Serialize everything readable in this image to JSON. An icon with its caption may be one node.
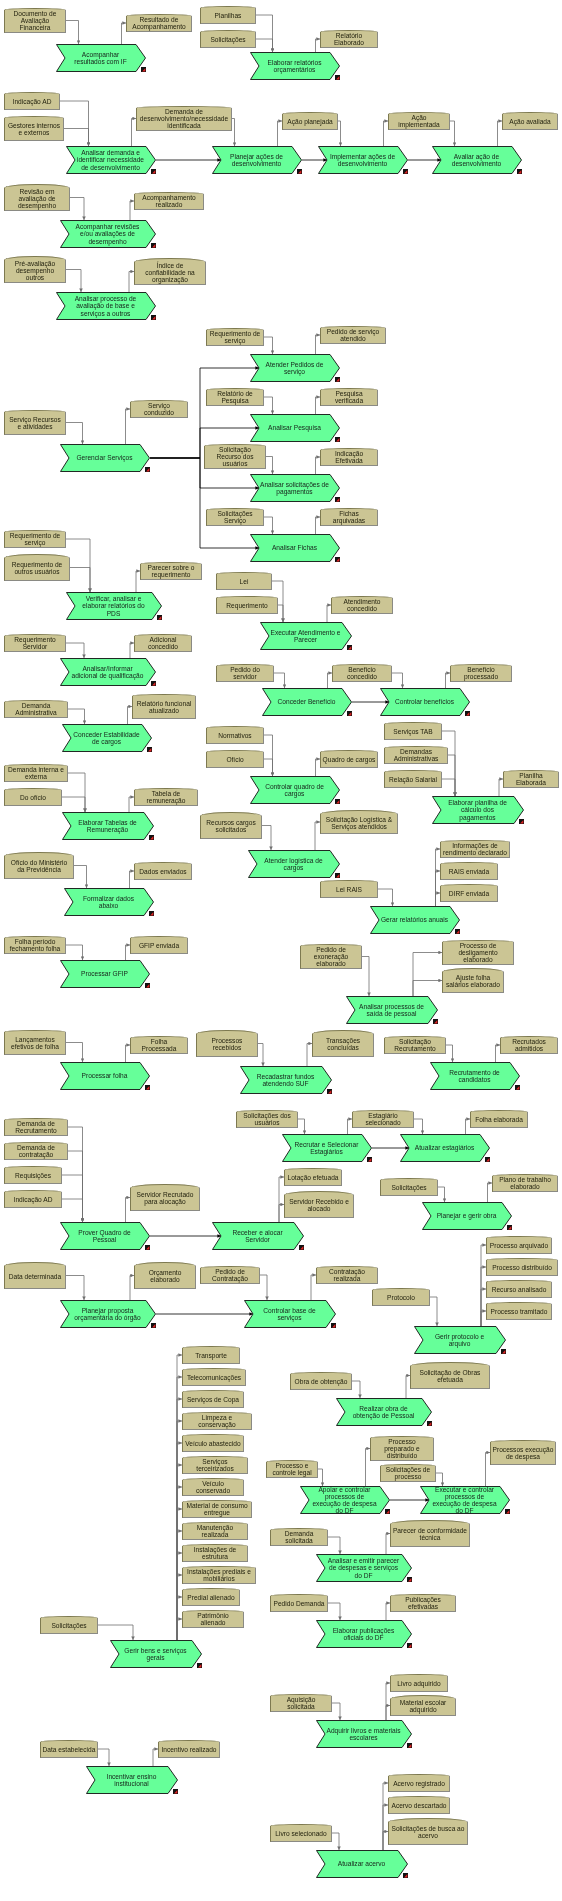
{
  "diagram": {
    "nodes": [
      {
        "text": [
          "Documento de Avaliação Financeira"
        ]
      },
      {
        "text": [
          "Acompanhar resultados com IF"
        ]
      },
      {
        "text": [
          "Resultado de Acompanhamento"
        ]
      },
      {
        "text": [
          "Planilhas"
        ]
      },
      {
        "text": [
          "Solicitações"
        ]
      },
      {
        "text": [
          "Elaborar relatórios orçamentários"
        ]
      },
      {
        "text": [
          "Relatório Elaborado"
        ]
      },
      {
        "text": [
          "Indicação AD"
        ]
      },
      {
        "text": [
          "Gestores internos e externos"
        ]
      },
      {
        "text": [
          "Analisar demanda e identificar necessidade de desenvolvimento"
        ]
      },
      {
        "text": [
          "Demanda de desenvolvimento/necessidade identificada"
        ]
      },
      {
        "text": [
          "Planejar ações de desenvolvimento"
        ]
      },
      {
        "text": [
          "Ação planejada"
        ]
      },
      {
        "text": [
          "Implementar ações de desenvolvimento"
        ]
      },
      {
        "text": [
          "Ação implementada"
        ]
      },
      {
        "text": [
          "Avaliar ação de desenvolvimento"
        ]
      },
      {
        "text": [
          "Ação avaliada"
        ]
      },
      {
        "text": [
          "Revisão em avaliação de desempenho"
        ]
      },
      {
        "text": [
          "Acompanhar revisões e/ou avaliações de desempenho"
        ]
      },
      {
        "text": [
          "Acompanhamento realizado"
        ]
      },
      {
        "text": [
          "Pré-avaliação desempenho outros"
        ]
      },
      {
        "text": [
          "Analisar processo de avaliação de base e serviços a outros"
        ]
      },
      {
        "text": [
          "Índice de confiabilidade na organização"
        ]
      },
      {
        "text": [
          "Serviço Recursos e atividades"
        ]
      },
      {
        "text": [
          "Gerenciar Serviços"
        ]
      },
      {
        "text": [
          "Serviço conduzido"
        ]
      },
      {
        "text": [
          "Requerimento de serviço"
        ]
      },
      {
        "text": [
          "Atender Pedidos de serviço"
        ]
      },
      {
        "text": [
          "Pedido de serviço atendido"
        ]
      },
      {
        "text": [
          "Relatório de Pesquisa"
        ]
      },
      {
        "text": [
          "Analisar Pesquisa"
        ]
      },
      {
        "text": [
          "Pesquisa verificada"
        ]
      },
      {
        "text": [
          "Solicitação Recurso dos usuários"
        ]
      },
      {
        "text": [
          "Analisar solicitações de pagamentos"
        ]
      },
      {
        "text": [
          "Indicação Efetivada"
        ]
      },
      {
        "text": [
          "Solicitações Serviço"
        ]
      },
      {
        "text": [
          "Analisar Fichas"
        ]
      },
      {
        "text": [
          "Fichas arquivadas"
        ]
      },
      {
        "text": [
          "Requerimento de serviço"
        ]
      },
      {
        "text": [
          "Requerimento de outros usuários"
        ]
      },
      {
        "text": [
          "Verificar, analisar e elaborar relatórios do PDS"
        ]
      },
      {
        "text": [
          "Parecer sobre o requerimento"
        ]
      },
      {
        "text": [
          "Lei"
        ]
      },
      {
        "text": [
          "Requerimento"
        ]
      },
      {
        "text": [
          "Executar Atendimento e Parecer"
        ]
      },
      {
        "text": [
          "Atendimento concedido"
        ]
      },
      {
        "text": [
          "Requerimento Servidor"
        ]
      },
      {
        "text": [
          "Analisar/Informar adicional de qualificação"
        ]
      },
      {
        "text": [
          "Adicional concedido"
        ]
      },
      {
        "text": [
          "Pedido do servidor"
        ]
      },
      {
        "text": [
          "Conceder Benefício"
        ]
      },
      {
        "text": [
          "Benefício concedido"
        ]
      },
      {
        "text": [
          "Controlar benefícios"
        ]
      },
      {
        "text": [
          "Benefício processado"
        ]
      },
      {
        "text": [
          "Demanda Administrativa"
        ]
      },
      {
        "text": [
          "Conceder Estabilidade de cargos"
        ]
      },
      {
        "text": [
          "Relatório funcional atualizado"
        ]
      },
      {
        "text": [
          "Normativos"
        ]
      },
      {
        "text": [
          "Ofício"
        ]
      },
      {
        "text": [
          "Controlar quadro de cargos"
        ]
      },
      {
        "text": [
          "Quadro de cargos"
        ]
      },
      {
        "text": [
          "Demanda interna e externa"
        ]
      },
      {
        "text": [
          "Do ofício"
        ]
      },
      {
        "text": [
          "Elaborar Tabelas de Remuneração"
        ]
      },
      {
        "text": [
          "Tabela de remuneração"
        ]
      },
      {
        "text": [
          "Recursos cargos solicitados"
        ]
      },
      {
        "text": [
          "Atender logística de cargos"
        ]
      },
      {
        "text": [
          "Solicitação Logística & Serviços atendidos"
        ]
      },
      {
        "text": [
          "Serviços TAB"
        ]
      },
      {
        "text": [
          "Demandas Administrativas"
        ]
      },
      {
        "text": [
          "Relação Salarial"
        ]
      },
      {
        "text": [
          "Elaborar planilha de cálculo dos pagamentos"
        ]
      },
      {
        "text": [
          "Planilha Elaborada"
        ]
      },
      {
        "text": [
          "Lei RAIS"
        ]
      },
      {
        "text": [
          "Gerar relatórios anuais"
        ]
      },
      {
        "text": [
          "Informações de rendimento declarado"
        ]
      },
      {
        "text": [
          "RAIS enviada"
        ]
      },
      {
        "text": [
          "DIRF enviada"
        ]
      },
      {
        "text": [
          "Ofício do Ministério da Previdência"
        ]
      },
      {
        "text": [
          "Formalizar dados abaixo"
        ]
      },
      {
        "text": [
          "Dados enviados"
        ]
      },
      {
        "text": [
          "Pedido de exoneração elaborado"
        ]
      },
      {
        "text": [
          "Analisar processos de saída de pessoal"
        ]
      },
      {
        "text": [
          "Processo de desligamento elaborado"
        ]
      },
      {
        "text": [
          "Ajuste folha salários elaborado"
        ]
      },
      {
        "text": [
          "Folha período fechamento folha"
        ]
      },
      {
        "text": [
          "Processar GFIP"
        ]
      },
      {
        "text": [
          "GFIP enviada"
        ]
      },
      {
        "text": [
          "Processos recebidos"
        ]
      },
      {
        "text": [
          "Recadastrar fundos atendendo SUF"
        ]
      },
      {
        "text": [
          "Transações concluídas"
        ]
      },
      {
        "text": [
          "Lançamentos efetivos de folha"
        ]
      },
      {
        "text": [
          "Processar folha"
        ]
      },
      {
        "text": [
          "Folha Processada"
        ]
      },
      {
        "text": [
          "Solicitação Recrutamento"
        ]
      },
      {
        "text": [
          "Recrutamento de candidatos"
        ]
      },
      {
        "text": [
          "Recrutados admitidos"
        ]
      },
      {
        "text": [
          "Solicitações dos usuários"
        ]
      },
      {
        "text": [
          "Recrutar e Selecionar Estagiários"
        ]
      },
      {
        "text": [
          "Estagiário selecionado"
        ]
      },
      {
        "text": [
          "Atualizar estagiários"
        ]
      },
      {
        "text": [
          "Folha elaborada"
        ]
      },
      {
        "text": [
          "Demanda de Recrutamento"
        ]
      },
      {
        "text": [
          "Demanda de contratação"
        ]
      },
      {
        "text": [
          "Requisições"
        ]
      },
      {
        "text": [
          "Indicação AD"
        ]
      },
      {
        "text": [
          "Prover Quadro de Pessoal"
        ]
      },
      {
        "text": [
          "Servidor Recrutado para alocação"
        ]
      },
      {
        "text": [
          "Receber e alocar Servidor"
        ]
      },
      {
        "text": [
          "Lotação efetuada"
        ]
      },
      {
        "text": [
          "Servidor Recebido e alocado"
        ]
      },
      {
        "text": [
          "Solicitações"
        ]
      },
      {
        "text": [
          "Planejar e gerir obra"
        ]
      },
      {
        "text": [
          "Plano de trabalho elaborado"
        ]
      },
      {
        "text": [
          "Protocolo"
        ]
      },
      {
        "text": [
          "Gerir protocolo e arquivo"
        ]
      },
      {
        "text": [
          "Processo arquivado"
        ]
      },
      {
        "text": [
          "Processo distribuído"
        ]
      },
      {
        "text": [
          "Recurso analisado"
        ]
      },
      {
        "text": [
          "Processo tramitado"
        ]
      },
      {
        "text": [
          "Data determinada"
        ]
      },
      {
        "text": [
          "Planejar proposta orçamentária do órgão"
        ]
      },
      {
        "text": [
          "Orçamento elaborado"
        ]
      },
      {
        "text": [
          "Pedido de Contratação"
        ]
      },
      {
        "text": [
          "Controlar base de serviços"
        ]
      },
      {
        "text": [
          "Contratação realizada"
        ]
      },
      {
        "text": [
          "Solicitações"
        ]
      },
      {
        "text": [
          "Gerir bens e serviços gerais"
        ]
      },
      {
        "text": [
          "Transporte"
        ]
      },
      {
        "text": [
          "Telecomunicações"
        ]
      },
      {
        "text": [
          "Serviços de Copa"
        ]
      },
      {
        "text": [
          "Limpeza e conservação"
        ]
      },
      {
        "text": [
          "Veículo abastecido"
        ]
      },
      {
        "text": [
          "Serviços terceirizados"
        ]
      },
      {
        "text": [
          "Veículo conservado"
        ]
      },
      {
        "text": [
          "Material de consumo entregue"
        ]
      },
      {
        "text": [
          "Manutenção realizada"
        ]
      },
      {
        "text": [
          "Instalações de estrutura"
        ]
      },
      {
        "text": [
          "Instalações prediais e mobiliários"
        ]
      },
      {
        "text": [
          "Predial alienado"
        ]
      },
      {
        "text": [
          "Patrimônio alienado"
        ]
      },
      {
        "text": [
          "Obra de obtenção"
        ]
      },
      {
        "text": [
          "Realizar obra de obtenção de Pessoal"
        ]
      },
      {
        "text": [
          "Solicitação de Obras efetuada"
        ]
      },
      {
        "text": [
          "Processo e controle legal"
        ]
      },
      {
        "text": [
          "Apoiar e controlar processos de execução de despesa do DF"
        ]
      },
      {
        "text": [
          "Processo preparado e distribuído"
        ]
      },
      {
        "text": [
          "Solicitações de processo"
        ]
      },
      {
        "text": [
          "Executar e controlar processos de execução de despesa do DF"
        ]
      },
      {
        "text": [
          "Processos execução de despesa"
        ]
      },
      {
        "text": [
          "Demanda solicitada"
        ]
      },
      {
        "text": [
          "Analisar e emitir parecer de despesas e serviços do DF"
        ]
      },
      {
        "text": [
          "Parecer de conformidade técnica"
        ]
      },
      {
        "text": [
          "Pedido Demanda"
        ]
      },
      {
        "text": [
          "Elaborar publicações oficiais do DF"
        ]
      },
      {
        "text": [
          "Publicações efetivadas"
        ]
      },
      {
        "text": [
          "Data estabelecida"
        ]
      },
      {
        "text": [
          "Incentivar ensino institucional"
        ]
      },
      {
        "text": [
          "Incentivo realizado"
        ]
      },
      {
        "text": [
          "Aquisição solicitada"
        ]
      },
      {
        "text": [
          "Adquirir livros e materiais escolares"
        ]
      },
      {
        "text": [
          "Livro adquirido"
        ]
      },
      {
        "text": [
          "Material escolar adquirido"
        ]
      },
      {
        "text": [
          "Livro selecionado"
        ]
      },
      {
        "text": [
          "Atualizar acervo"
        ]
      },
      {
        "text": [
          "Acervo registrado"
        ]
      },
      {
        "text": [
          "Acervo descartado"
        ]
      },
      {
        "text": [
          "Solicitações de busca ao acervo"
        ]
      }
    ],
    "edges": [
      {
        "from": 0,
        "to": 1,
        "arrow": "to"
      },
      {
        "from": 1,
        "to": 2,
        "arrow": "to"
      },
      {
        "from": 3,
        "to": 5,
        "arrow": "to"
      },
      {
        "from": 4,
        "to": 5,
        "arrow": "to"
      },
      {
        "from": 5,
        "to": 6,
        "arrow": "to"
      },
      {
        "from": 7,
        "to": 9,
        "arrow": "to"
      },
      {
        "from": 8,
        "to": 9,
        "arrow": "to"
      },
      {
        "from": 9,
        "to": 10,
        "arrow": "to"
      },
      {
        "from": 10,
        "to": 11,
        "arrow": "to"
      },
      {
        "from": 9,
        "to": 11,
        "arrow": "to",
        "color": "#000000"
      },
      {
        "from": 11,
        "to": 12,
        "arrow": "to"
      },
      {
        "from": 12,
        "to": 13,
        "arrow": "to"
      },
      {
        "from": 11,
        "to": 13,
        "arrow": "to",
        "color": "#000000"
      },
      {
        "from": 13,
        "to": 14,
        "arrow": "to"
      },
      {
        "from": 14,
        "to": 15,
        "arrow": "to"
      },
      {
        "from": 13,
        "to": 15,
        "arrow": "to",
        "color": "#000000"
      },
      {
        "from": 15,
        "to": 16,
        "arrow": "to"
      },
      {
        "from": 17,
        "to": 18,
        "arrow": "to"
      },
      {
        "from": 18,
        "to": 19,
        "arrow": "to"
      },
      {
        "from": 20,
        "to": 21,
        "arrow": "to"
      },
      {
        "from": 21,
        "to": 22,
        "arrow": "to"
      },
      {
        "from": 23,
        "to": 24,
        "arrow": "to"
      },
      {
        "from": 24,
        "to": 25,
        "arrow": "to"
      },
      {
        "from": 24,
        "to": 27,
        "arrow": "to",
        "color": "#000000"
      },
      {
        "from": 24,
        "to": 30,
        "arrow": "to",
        "color": "#000000"
      },
      {
        "from": 24,
        "to": 33,
        "arrow": "to",
        "color": "#000000"
      },
      {
        "from": 24,
        "to": 36,
        "arrow": "to",
        "color": "#000000"
      },
      {
        "from": 26,
        "to": 27,
        "arrow": "to"
      },
      {
        "from": 27,
        "to": 28,
        "arrow": "to"
      },
      {
        "from": 29,
        "to": 30,
        "arrow": "to"
      },
      {
        "from": 30,
        "to": 31,
        "arrow": "to"
      },
      {
        "from": 32,
        "to": 33,
        "arrow": "to"
      },
      {
        "from": 33,
        "to": 34,
        "arrow": "to"
      },
      {
        "from": 35,
        "to": 36,
        "arrow": "to"
      },
      {
        "from": 36,
        "to": 37,
        "arrow": "to"
      },
      {
        "from": 38,
        "to": 40,
        "arrow": "to"
      },
      {
        "from": 39,
        "to": 40,
        "arrow": "to"
      },
      {
        "from": 40,
        "to": 41,
        "arrow": "to"
      },
      {
        "from": 42,
        "to": 44,
        "arrow": "to"
      },
      {
        "from": 43,
        "to": 44,
        "arrow": "to"
      },
      {
        "from": 44,
        "to": 45,
        "arrow": "to"
      },
      {
        "from": 46,
        "to": 47,
        "arrow": "to"
      },
      {
        "from": 47,
        "to": 48,
        "arrow": "to"
      },
      {
        "from": 49,
        "to": 50,
        "arrow": "to"
      },
      {
        "from": 50,
        "to": 51,
        "arrow": "to"
      },
      {
        "from": 51,
        "to": 52,
        "arrow": "to"
      },
      {
        "from": 50,
        "to": 52,
        "arrow": "to",
        "color": "#000000"
      },
      {
        "from": 52,
        "to": 53,
        "arrow": "to"
      },
      {
        "from": 54,
        "to": 55,
        "arrow": "to"
      },
      {
        "from": 55,
        "to": 56,
        "arrow": "to"
      },
      {
        "from": 57,
        "to": 59,
        "arrow": "to"
      },
      {
        "from": 58,
        "to": 59,
        "arrow": "to"
      },
      {
        "from": 59,
        "to": 60,
        "arrow": "to"
      },
      {
        "from": 61,
        "to": 63,
        "arrow": "to"
      },
      {
        "from": 62,
        "to": 63,
        "arrow": "to"
      },
      {
        "from": 63,
        "to": 64,
        "arrow": "to"
      },
      {
        "from": 65,
        "to": 66,
        "arrow": "to"
      },
      {
        "from": 66,
        "to": 67,
        "arrow": "to"
      },
      {
        "from": 68,
        "to": 71,
        "arrow": "to"
      },
      {
        "from": 69,
        "to": 71,
        "arrow": "to"
      },
      {
        "from": 70,
        "to": 71,
        "arrow": "to"
      },
      {
        "from": 71,
        "to": 72,
        "arrow": "to"
      },
      {
        "from": 73,
        "to": 74,
        "arrow": "to"
      },
      {
        "from": 74,
        "to": 75,
        "arrow": "to"
      },
      {
        "from": 74,
        "to": 76,
        "arrow": "to"
      },
      {
        "from": 74,
        "to": 77,
        "arrow": "to"
      },
      {
        "from": 78,
        "to": 79,
        "arrow": "to"
      },
      {
        "from": 79,
        "to": 80,
        "arrow": "to"
      },
      {
        "from": 81,
        "to": 82,
        "arrow": "to"
      },
      {
        "from": 82,
        "to": 83,
        "arrow": "to"
      },
      {
        "from": 82,
        "to": 84,
        "arrow": "to"
      },
      {
        "from": 85,
        "to": 86,
        "arrow": "to"
      },
      {
        "from": 86,
        "to": 87,
        "arrow": "to"
      },
      {
        "from": 88,
        "to": 89,
        "arrow": "to"
      },
      {
        "from": 89,
        "to": 90,
        "arrow": "to"
      },
      {
        "from": 91,
        "to": 92,
        "arrow": "to"
      },
      {
        "from": 92,
        "to": 93,
        "arrow": "to"
      },
      {
        "from": 94,
        "to": 95,
        "arrow": "to"
      },
      {
        "from": 95,
        "to": 96,
        "arrow": "to"
      },
      {
        "from": 97,
        "to": 98,
        "arrow": "to"
      },
      {
        "from": 98,
        "to": 99,
        "arrow": "to"
      },
      {
        "from": 99,
        "to": 100,
        "arrow": "to"
      },
      {
        "from": 98,
        "to": 100,
        "arrow": "to",
        "color": "#000000"
      },
      {
        "from": 100,
        "to": 101,
        "arrow": "to"
      },
      {
        "from": 102,
        "to": 106,
        "arrow": "to"
      },
      {
        "from": 103,
        "to": 106,
        "arrow": "to"
      },
      {
        "from": 104,
        "to": 106,
        "arrow": "to"
      },
      {
        "from": 105,
        "to": 106,
        "arrow": "to"
      },
      {
        "from": 106,
        "to": 107,
        "arrow": "to"
      },
      {
        "from": 106,
        "to": 108,
        "arrow": "to",
        "color": "#000000"
      },
      {
        "from": 108,
        "to": 109,
        "arrow": "to"
      },
      {
        "from": 108,
        "to": 110,
        "arrow": "to"
      },
      {
        "from": 111,
        "to": 112,
        "arrow": "to"
      },
      {
        "from": 112,
        "to": 113,
        "arrow": "to"
      },
      {
        "from": 114,
        "to": 115,
        "arrow": "to"
      },
      {
        "from": 115,
        "to": 116,
        "arrow": "to"
      },
      {
        "from": 115,
        "to": 117,
        "arrow": "to"
      },
      {
        "from": 115,
        "to": 118,
        "arrow": "to"
      },
      {
        "from": 115,
        "to": 119,
        "arrow": "to"
      },
      {
        "from": 120,
        "to": 121,
        "arrow": "to"
      },
      {
        "from": 121,
        "to": 122,
        "arrow": "to"
      },
      {
        "from": 121,
        "to": 124,
        "arrow": "to",
        "color": "#000000"
      },
      {
        "from": 123,
        "to": 124,
        "arrow": "to"
      },
      {
        "from": 124,
        "to": 125,
        "arrow": "to"
      },
      {
        "from": 126,
        "to": 127,
        "arrow": "to"
      },
      {
        "from": 127,
        "to": 128,
        "arrow": "to"
      },
      {
        "from": 127,
        "to": 129,
        "arrow": "to"
      },
      {
        "from": 127,
        "to": 130,
        "arrow": "to"
      },
      {
        "from": 127,
        "to": 131,
        "arrow": "to"
      },
      {
        "from": 127,
        "to": 132,
        "arrow": "to"
      },
      {
        "from": 127,
        "to": 133,
        "arrow": "to"
      },
      {
        "from": 127,
        "to": 134,
        "arrow": "to"
      },
      {
        "from": 127,
        "to": 135,
        "arrow": "to"
      },
      {
        "from": 127,
        "to": 136,
        "arrow": "to"
      },
      {
        "from": 127,
        "to": 137,
        "arrow": "to"
      },
      {
        "from": 127,
        "to": 138,
        "arrow": "to"
      },
      {
        "from": 127,
        "to": 139,
        "arrow": "to"
      },
      {
        "from": 127,
        "to": 140,
        "arrow": "to"
      },
      {
        "from": 141,
        "to": 142,
        "arrow": "to"
      },
      {
        "from": 142,
        "to": 143,
        "arrow": "to"
      },
      {
        "from": 144,
        "to": 145,
        "arrow": "to"
      },
      {
        "from": 145,
        "to": 146,
        "arrow": "to"
      },
      {
        "from": 145,
        "to": 148,
        "arrow": "to",
        "color": "#000000"
      },
      {
        "from": 147,
        "to": 148,
        "arrow": "to"
      },
      {
        "from": 148,
        "to": 149,
        "arrow": "to"
      },
      {
        "from": 150,
        "to": 151,
        "arrow": "to"
      },
      {
        "from": 151,
        "to": 152,
        "arrow": "to"
      },
      {
        "from": 153,
        "to": 154,
        "arrow": "to"
      },
      {
        "from": 154,
        "to": 155,
        "arrow": "to"
      },
      {
        "from": 156,
        "to": 157,
        "arrow": "to"
      },
      {
        "from": 157,
        "to": 158,
        "arrow": "to"
      },
      {
        "from": 159,
        "to": 160,
        "arrow": "to"
      },
      {
        "from": 160,
        "to": 161,
        "arrow": "to"
      },
      {
        "from": 160,
        "to": 162,
        "arrow": "to"
      },
      {
        "from": 163,
        "to": 164,
        "arrow": "to"
      },
      {
        "from": 164,
        "to": 165,
        "arrow": "to"
      },
      {
        "from": 164,
        "to": 166,
        "arrow": "to"
      },
      {
        "from": 164,
        "to": 167,
        "arrow": "to"
      }
    ]
  }
}
